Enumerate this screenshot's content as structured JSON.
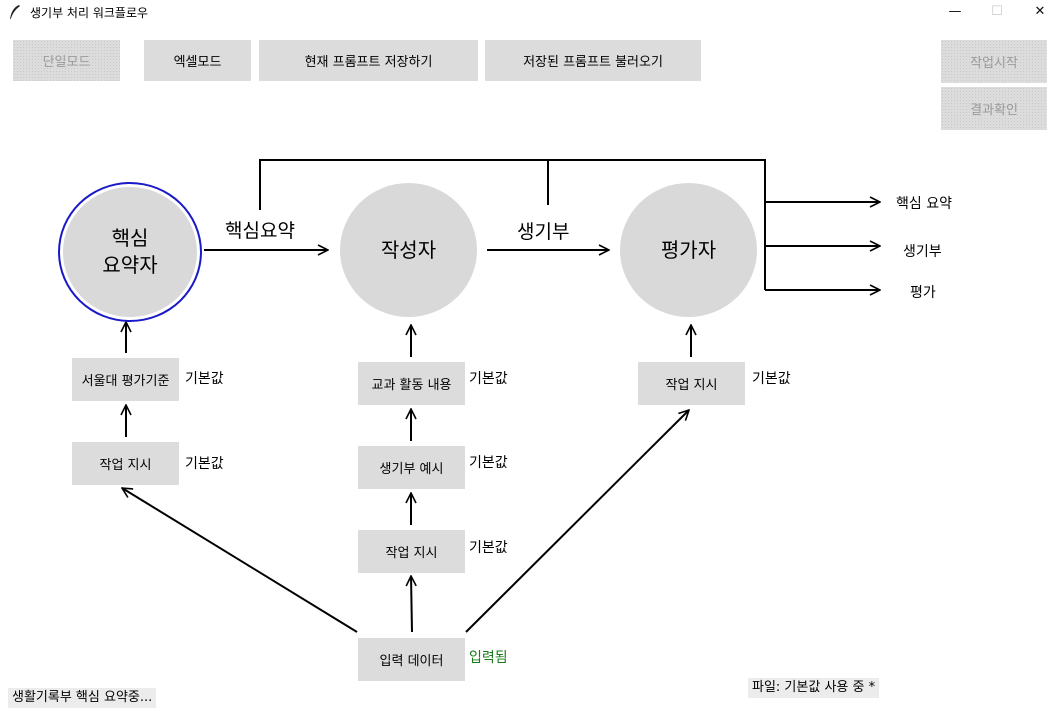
{
  "window": {
    "title": "생기부 처리 워크플로우",
    "minimize": "—",
    "maximize": "☐",
    "close": "✕"
  },
  "toolbar": {
    "single_mode": "단일모드",
    "excel_mode": "엑셀모드",
    "save_prompt": "현재 프롬프트 저장하기",
    "load_prompt": "저장된 프롬프트 불러오기",
    "start_job": "작업시작",
    "check_result": "결과확인"
  },
  "nodes": {
    "summarizer": "핵심\n요약자",
    "writer": "작성자",
    "evaluator": "평가자"
  },
  "flow_labels": {
    "summary": "핵심요약",
    "record": "생기부"
  },
  "outputs": {
    "summary": "핵심 요약",
    "record": "생기부",
    "evaluation": "평가"
  },
  "boxes": {
    "snu_criteria": "서울대 평가기준",
    "instructions_1": "작업 지시",
    "activities": "교과 활동 내용",
    "record_example": "생기부 예시",
    "instructions_2": "작업 지시",
    "instructions_3": "작업 지시",
    "input_data": "입력 데이터"
  },
  "tags": {
    "default": "기본값",
    "entered": "입력됨"
  },
  "status": {
    "progress": "생활기록부 핵심 요약중...",
    "file": "파일: 기본값 사용 중 *"
  },
  "colors": {
    "active_border": "#1a1ac8",
    "entered": "#1a7a1a",
    "node_fill": "#d9d9d9",
    "box_fill": "#dcdcdc"
  }
}
